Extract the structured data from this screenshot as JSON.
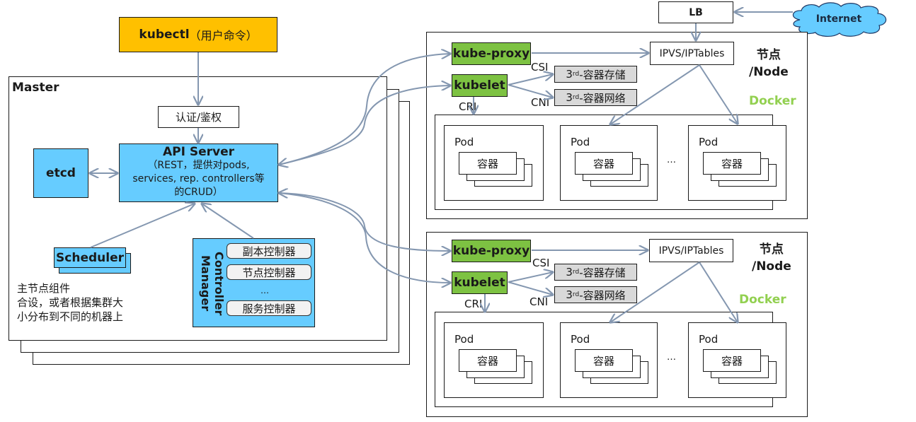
{
  "kubectl": {
    "name": "kubectl",
    "sub": "（用户命令）"
  },
  "master": {
    "title": "Master",
    "auth": "认证/鉴权",
    "etcd": "etcd",
    "api_server": {
      "title": "API Server",
      "desc_line1": "（REST，提供对pods,",
      "desc_line2": "services, rep. controllers等",
      "desc_line3": "的CRUD）"
    },
    "scheduler": "Scheduler",
    "note_line1": "主节点组件",
    "note_line2": "合设，或者根据集群大",
    "note_line3": "小分布到不同的机器上",
    "controller_manager": {
      "title": "Controller Manager",
      "items": [
        "副本控制器",
        "节点控制器",
        "…",
        "服务控制器"
      ]
    }
  },
  "lb": "LB",
  "internet": "Internet",
  "nodes": [
    {
      "kube_proxy": "kube-proxy",
      "kubelet": "kubelet",
      "ipvs": "IPVS/IPTables",
      "node_label_line1": "节点",
      "node_label_line2": "/Node",
      "docker": "Docker",
      "csi": "CSI",
      "cni": "CNI",
      "cri": "CRI",
      "storage": {
        "prefix": "3",
        "sup": "rd",
        "suffix": "-容器存储"
      },
      "network": {
        "prefix": "3",
        "sup": "rd",
        "suffix": "-容器网络"
      },
      "pods": [
        {
          "label": "Pod",
          "container": "容器"
        },
        {
          "label": "Pod",
          "container": "容器"
        },
        {
          "label": "Pod",
          "container": "容器"
        }
      ],
      "ellipsis": "…"
    },
    {
      "kube_proxy": "kube-proxy",
      "kubelet": "kubelet",
      "ipvs": "IPVS/IPTables",
      "node_label_line1": "节点",
      "node_label_line2": "/Node",
      "docker": "Docker",
      "csi": "CSI",
      "cni": "CNI",
      "cri": "CRI",
      "storage": {
        "prefix": "3",
        "sup": "rd",
        "suffix": "-容器存储"
      },
      "network": {
        "prefix": "3",
        "sup": "rd",
        "suffix": "-容器网络"
      },
      "pods": [
        {
          "label": "Pod",
          "container": "容器"
        },
        {
          "label": "Pod",
          "container": "容器"
        },
        {
          "label": "Pod",
          "container": "容器"
        }
      ],
      "ellipsis": "…"
    }
  ],
  "colors": {
    "kubectl": "#ffc000",
    "component_blue": "#66ccff",
    "component_green": "#7dc242",
    "third_party_grey": "#d9d9d9",
    "docker_label": "#92d050",
    "connector": "#8497b0"
  }
}
